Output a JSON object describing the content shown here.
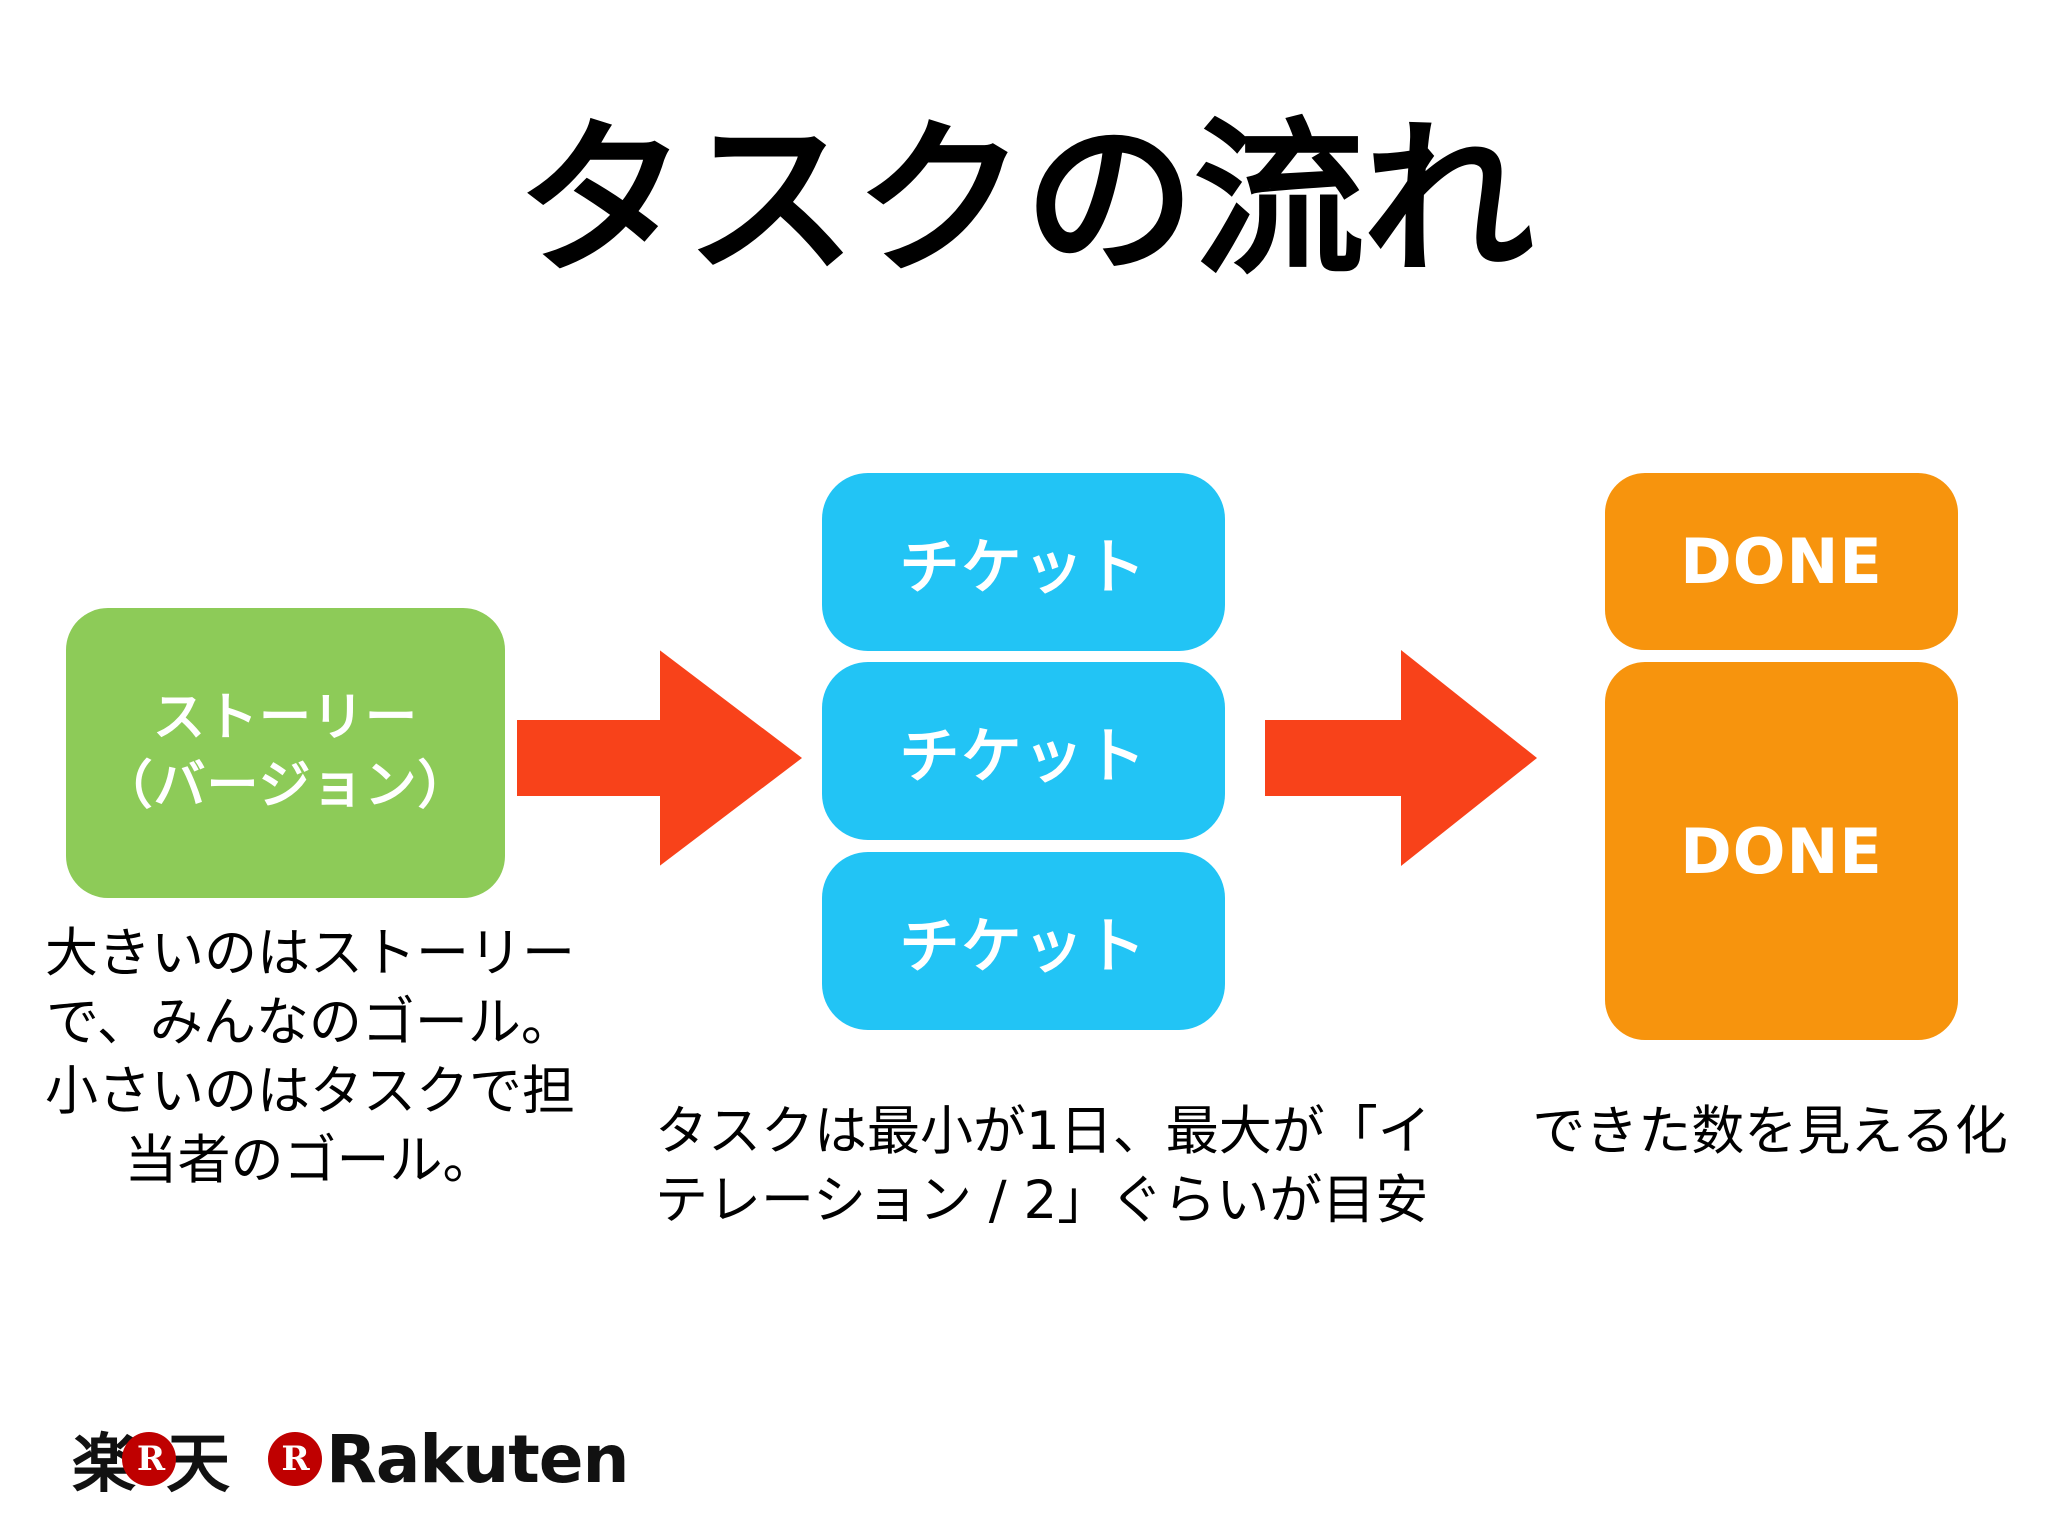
{
  "slide": {
    "title": "タスクの流れ",
    "background_color": "#FFFFFF"
  },
  "colors": {
    "story_green": "#8DCB58",
    "ticket_blue": "#22C4F5",
    "done_orange": "#F7940D",
    "arrow_red": "#F8421A",
    "rakuten_red": "#BF0000",
    "text_black": "#000000",
    "box_text_white": "#FFFFFF"
  },
  "flow": {
    "story": {
      "label_line1": "ストーリー",
      "label_line2": "（バージョン）",
      "caption_lines": [
        "大きいのはストーリー",
        "で、みんなのゴール。",
        "小さいのはタスクで担",
        "当者のゴール。"
      ]
    },
    "arrow1": {
      "label": "arrow-right"
    },
    "tickets": {
      "items": [
        {
          "label": "チケット"
        },
        {
          "label": "チケット"
        },
        {
          "label": "チケット"
        }
      ],
      "caption_lines": [
        "タスクは最小が1日、最大が「イ",
        "テレーション / 2」ぐらいが目安"
      ]
    },
    "arrow2": {
      "label": "arrow-right"
    },
    "done": {
      "items": [
        {
          "label": "DONE"
        },
        {
          "label": "DONE"
        }
      ],
      "caption_lines": [
        "できた数を見える化"
      ]
    }
  },
  "logo": {
    "jp_left": "楽",
    "jp_mark": "R",
    "jp_right": "天",
    "en_mark": "R",
    "en_text": "Rakuten"
  }
}
